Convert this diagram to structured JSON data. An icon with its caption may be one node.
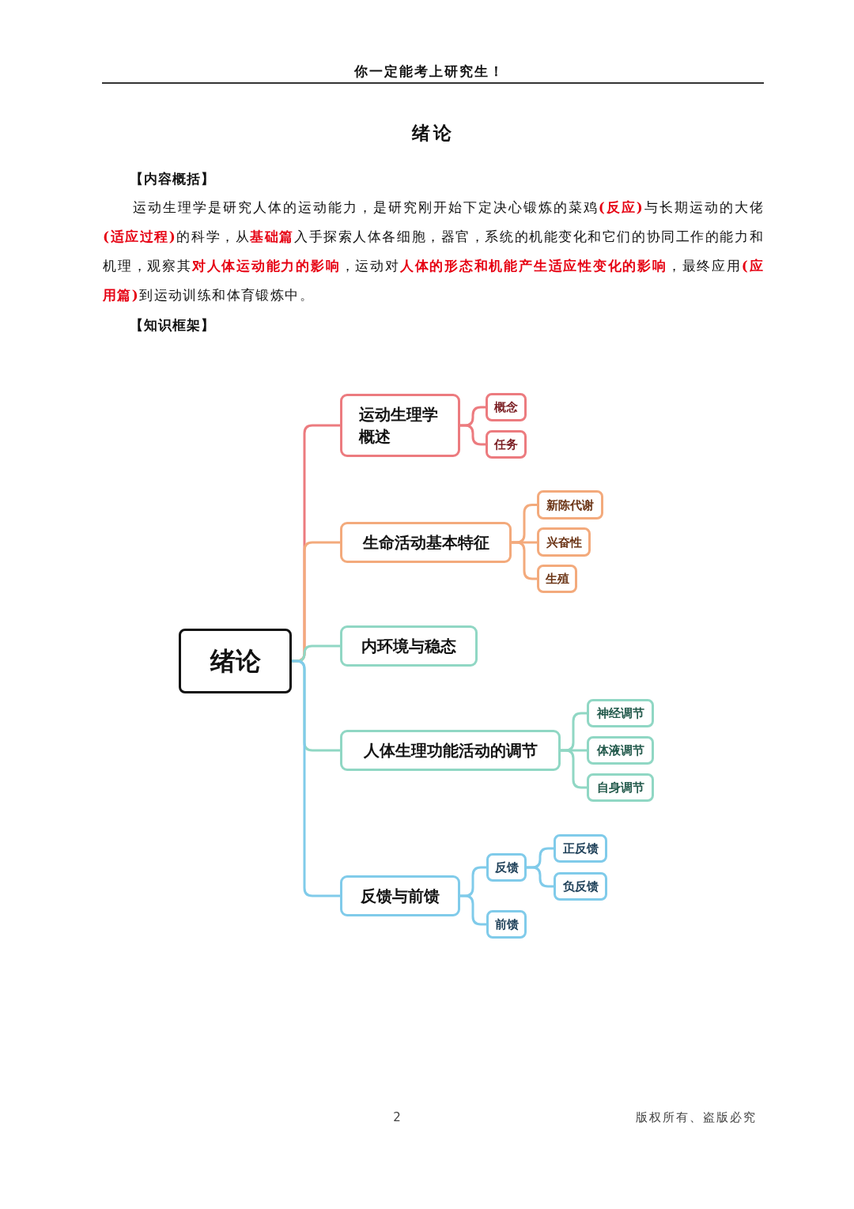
{
  "diagram": {
    "title": "绪论",
    "nodes": [
      {
        "text": [
          "绪论"
        ]
      },
      {
        "text": [
          "运动生理学概述"
        ]
      },
      {
        "text": [
          "概念"
        ]
      },
      {
        "text": [
          "任务"
        ]
      },
      {
        "text": [
          "生命活动基本特征"
        ]
      },
      {
        "text": [
          "新陈代谢"
        ]
      },
      {
        "text": [
          "兴奋性"
        ]
      },
      {
        "text": [
          "生殖"
        ]
      },
      {
        "text": [
          "内环境与稳态"
        ]
      },
      {
        "text": [
          "人体生理功能活动的调节"
        ]
      },
      {
        "text": [
          "神经调节"
        ]
      },
      {
        "text": [
          "体液调节"
        ]
      },
      {
        "text": [
          "自身调节"
        ]
      },
      {
        "text": [
          "反馈与前馈"
        ]
      },
      {
        "text": [
          "反馈"
        ]
      },
      {
        "text": [
          "正反馈"
        ]
      },
      {
        "text": [
          "负反馈"
        ]
      },
      {
        "text": [
          "前馈"
        ]
      }
    ],
    "edges": [
      {
        "from": 0,
        "to": 1,
        "arrow": "none",
        "color": "#ec7b7f"
      },
      {
        "from": 1,
        "to": 2,
        "arrow": "none",
        "color": "#ec7b7f"
      },
      {
        "from": 1,
        "to": 3,
        "arrow": "none",
        "color": "#ec7b7f"
      },
      {
        "from": 0,
        "to": 4,
        "arrow": "none",
        "color": "#f3aa7c"
      },
      {
        "from": 4,
        "to": 5,
        "arrow": "none",
        "color": "#f3aa7c"
      },
      {
        "from": 4,
        "to": 6,
        "arrow": "none",
        "color": "#f3aa7c"
      },
      {
        "from": 4,
        "to": 7,
        "arrow": "none",
        "color": "#f3aa7c"
      },
      {
        "from": 0,
        "to": 8,
        "arrow": "none",
        "color": "#90d7c4"
      },
      {
        "from": 0,
        "to": 9,
        "arrow": "none",
        "color": "#90d7c4"
      },
      {
        "from": 9,
        "to": 10,
        "arrow": "none",
        "color": "#90d7c4"
      },
      {
        "from": 9,
        "to": 11,
        "arrow": "none",
        "color": "#90d7c4"
      },
      {
        "from": 9,
        "to": 12,
        "arrow": "none",
        "color": "#90d7c4"
      },
      {
        "from": 0,
        "to": 13,
        "arrow": "none",
        "color": "#80cbea"
      },
      {
        "from": 13,
        "to": 14,
        "arrow": "none",
        "color": "#80cbea"
      },
      {
        "from": 14,
        "to": 15,
        "arrow": "none",
        "color": "#80cbea"
      },
      {
        "from": 14,
        "to": 16,
        "arrow": "none",
        "color": "#80cbea"
      },
      {
        "from": 13,
        "to": 17,
        "arrow": "none",
        "color": "#80cbea"
      }
    ],
    "labels": [
      "你一定能考上研究生！",
      "【内容概括】",
      "运动生理学是研究人体的运动能力，是研究刚开始下定决心锻炼的菜鸡**(反应)**与长期运动的大佬**(适应过程)**的科学，从**基础篇**入手探索人体各细胞，器官，系统的机能变化和它们的协同工作的能力和机理，观察其**对人体运动能力的影响**，运动对**人体的形态和机能产生适应性变化的影响**，最终应用**(应用篇)**到运动训练和体育锻炼中。",
      "【知识框架】",
      "2",
      "版权所有、盗版必究"
    ]
  }
}
